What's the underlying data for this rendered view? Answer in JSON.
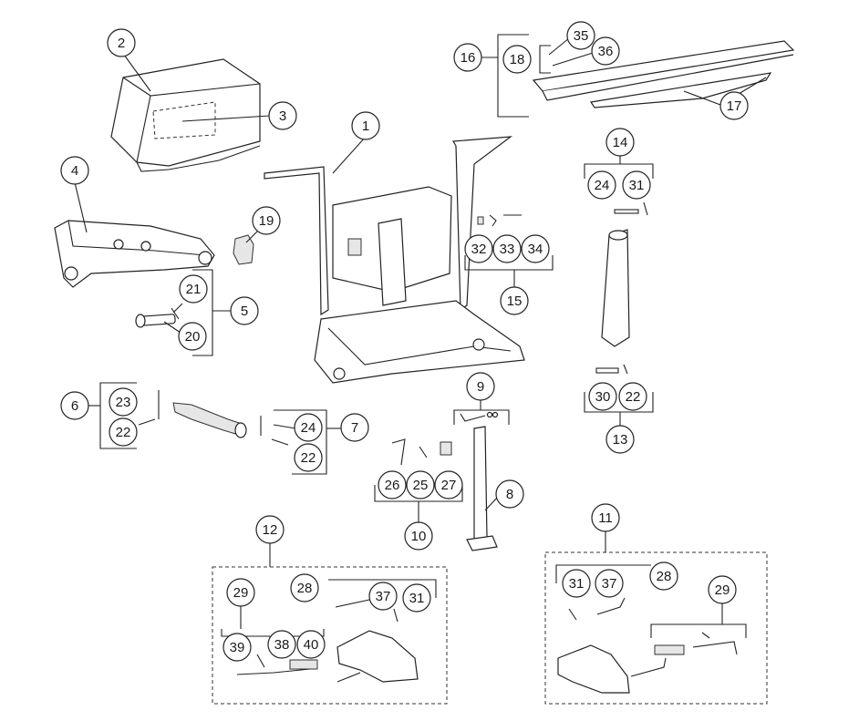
{
  "diagram": {
    "type": "exploded-parts-diagram",
    "callouts": {
      "c1": "1",
      "c2": "2",
      "c3": "3",
      "c4": "4",
      "c5": "5",
      "c6": "6",
      "c7": "7",
      "c8": "8",
      "c9": "9",
      "c10": "10",
      "c11": "11",
      "c12": "12",
      "c13": "13",
      "c14": "14",
      "c15": "15",
      "c16": "16",
      "c17": "17",
      "c18": "18",
      "c19": "19",
      "c20": "20",
      "c21": "21",
      "c22a": "22",
      "c22b": "22",
      "c22c": "22",
      "c23": "23",
      "c24a": "24",
      "c24b": "24",
      "c25": "25",
      "c26": "26",
      "c27": "27",
      "c28a": "28",
      "c28b": "28",
      "c29a": "29",
      "c29b": "29",
      "c30": "30",
      "c31a": "31",
      "c31b": "31",
      "c31c": "31",
      "c32": "32",
      "c33": "33",
      "c34": "34",
      "c35": "35",
      "c36": "36",
      "c37a": "37",
      "c37b": "37",
      "c38": "38",
      "c39": "39",
      "c40": "40"
    }
  }
}
